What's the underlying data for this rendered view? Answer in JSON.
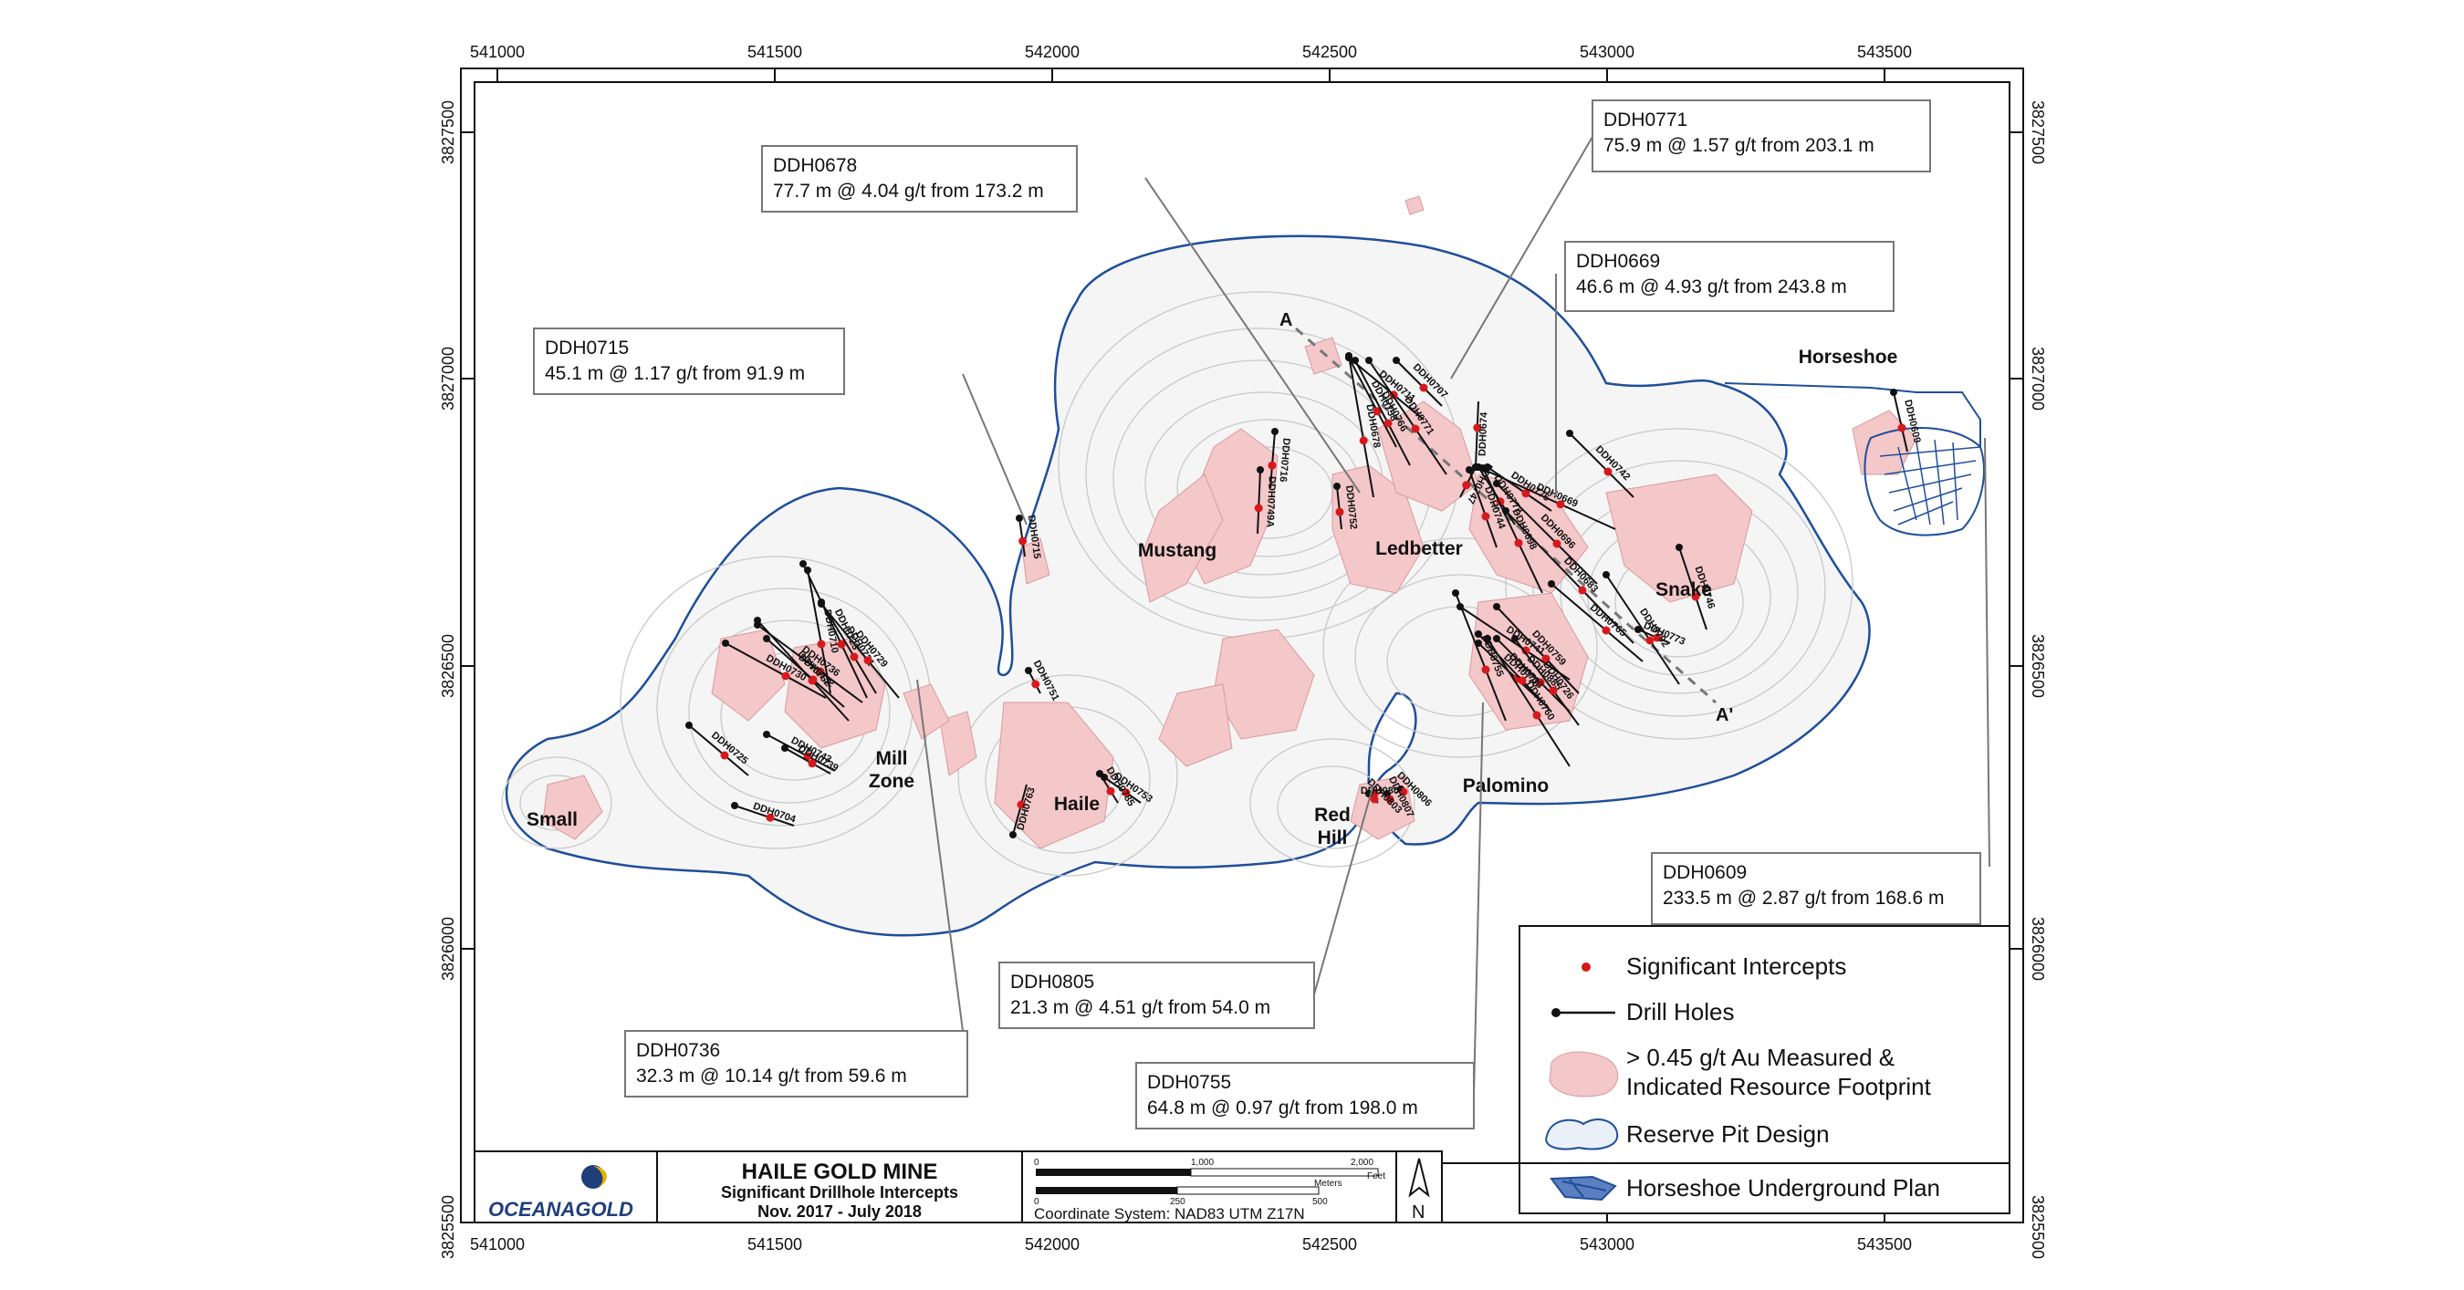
{
  "map": {
    "x_ticks": [
      "541000",
      "541500",
      "542000",
      "542500",
      "543000",
      "543500"
    ],
    "y_ticks": [
      "3827500",
      "3827000",
      "3826500",
      "3826000",
      "3825500"
    ]
  },
  "areas": [
    "Small",
    "Mill Zone",
    "Haile",
    "Mustang",
    "Ledbetter",
    "Red Hill",
    "Palomino",
    "Snake",
    "Horseshoe"
  ],
  "section_labels": {
    "start": "A",
    "end": "A'"
  },
  "drill_holes": [
    "DDH0715",
    "DDH0716",
    "DDH0749A",
    "DDH0752",
    "DDH0678",
    "DDH0711",
    "DDH0707",
    "DDH0771",
    "DDH0758",
    "DDH0766",
    "DDH0674",
    "DDH0747",
    "DDH0744",
    "DDH0772",
    "DDH0698",
    "DDH0776",
    "DDH0669",
    "DDH0742",
    "DDH0696",
    "DDH0683",
    "DDH0773",
    "DDH0746",
    "DDH0792",
    "DDH0765",
    "DDH0755",
    "DDH0741",
    "DDH0759",
    "DDH0885",
    "DDH0770",
    "DDH0726",
    "DDH0733",
    "DDH0760",
    "DDH0763",
    "DDH0723",
    "DDH0710",
    "DDH0731",
    "DDH0729",
    "DDH0736",
    "DDH0732",
    "DDH0730",
    "DDH0762",
    "DDH0743",
    "DDH0739",
    "DDH0725",
    "DDH0704",
    "DDH0751",
    "DDH0753",
    "DDH0785",
    "DDH0805",
    "DDH0806",
    "DDH0807",
    "DDH0803",
    "DDH0609"
  ],
  "callouts": [
    {
      "hole": "DDH0678",
      "text": "77.7 m @ 4.04 g/t from 173.2 m"
    },
    {
      "hole": "DDH0771",
      "text": "75.9 m @ 1.57 g/t from 203.1 m"
    },
    {
      "hole": "DDH0669",
      "text": "46.6 m @ 4.93 g/t from 243.8 m"
    },
    {
      "hole": "DDH0715",
      "text": "45.1 m @ 1.17 g/t from 91.9 m"
    },
    {
      "hole": "DDH0609",
      "text": "233.5 m @ 2.87 g/t from 168.6 m"
    },
    {
      "hole": "DDH0805",
      "text": "21.3 m @ 4.51 g/t from 54.0 m"
    },
    {
      "hole": "DDH0736",
      "text": "32.3 m @ 10.14 g/t from 59.6 m"
    },
    {
      "hole": "DDH0755",
      "text": "64.8 m @ 0.97 g/t from 198.0 m"
    }
  ],
  "legend": {
    "items": [
      {
        "label": "Significant Intercepts",
        "icon": "red-dot-icon",
        "color": "#d7191c"
      },
      {
        "label": "Drill Holes",
        "icon": "drill-hole-line-icon",
        "color": "#000000"
      },
      {
        "label": "> 0.45 g/t Au Measured &",
        "label2": "Indicated Resource Footprint",
        "icon": "resource-footprint-icon",
        "color": "#f4c7c9"
      },
      {
        "label": "Reserve Pit Design",
        "icon": "pit-design-icon",
        "color": "#1f4e9a"
      },
      {
        "label": "Horseshoe Underground Plan",
        "icon": "underground-plan-icon",
        "color": "#1f4e9a"
      }
    ]
  },
  "title_block": {
    "logo_text": "OCEANAGOLD",
    "title": "HAILE GOLD MINE",
    "subtitle": "Significant Drillhole Intercepts",
    "date": "Nov. 2017 - July 2018",
    "scale_feet": [
      "0",
      "1,000",
      "2,000"
    ],
    "scale_feet_unit": "Feet",
    "scale_meters": [
      "0",
      "250",
      "500"
    ],
    "scale_meters_unit": "Meters",
    "coord_system": "Coordinate System: NAD83 UTM Z17N",
    "north": "N"
  }
}
